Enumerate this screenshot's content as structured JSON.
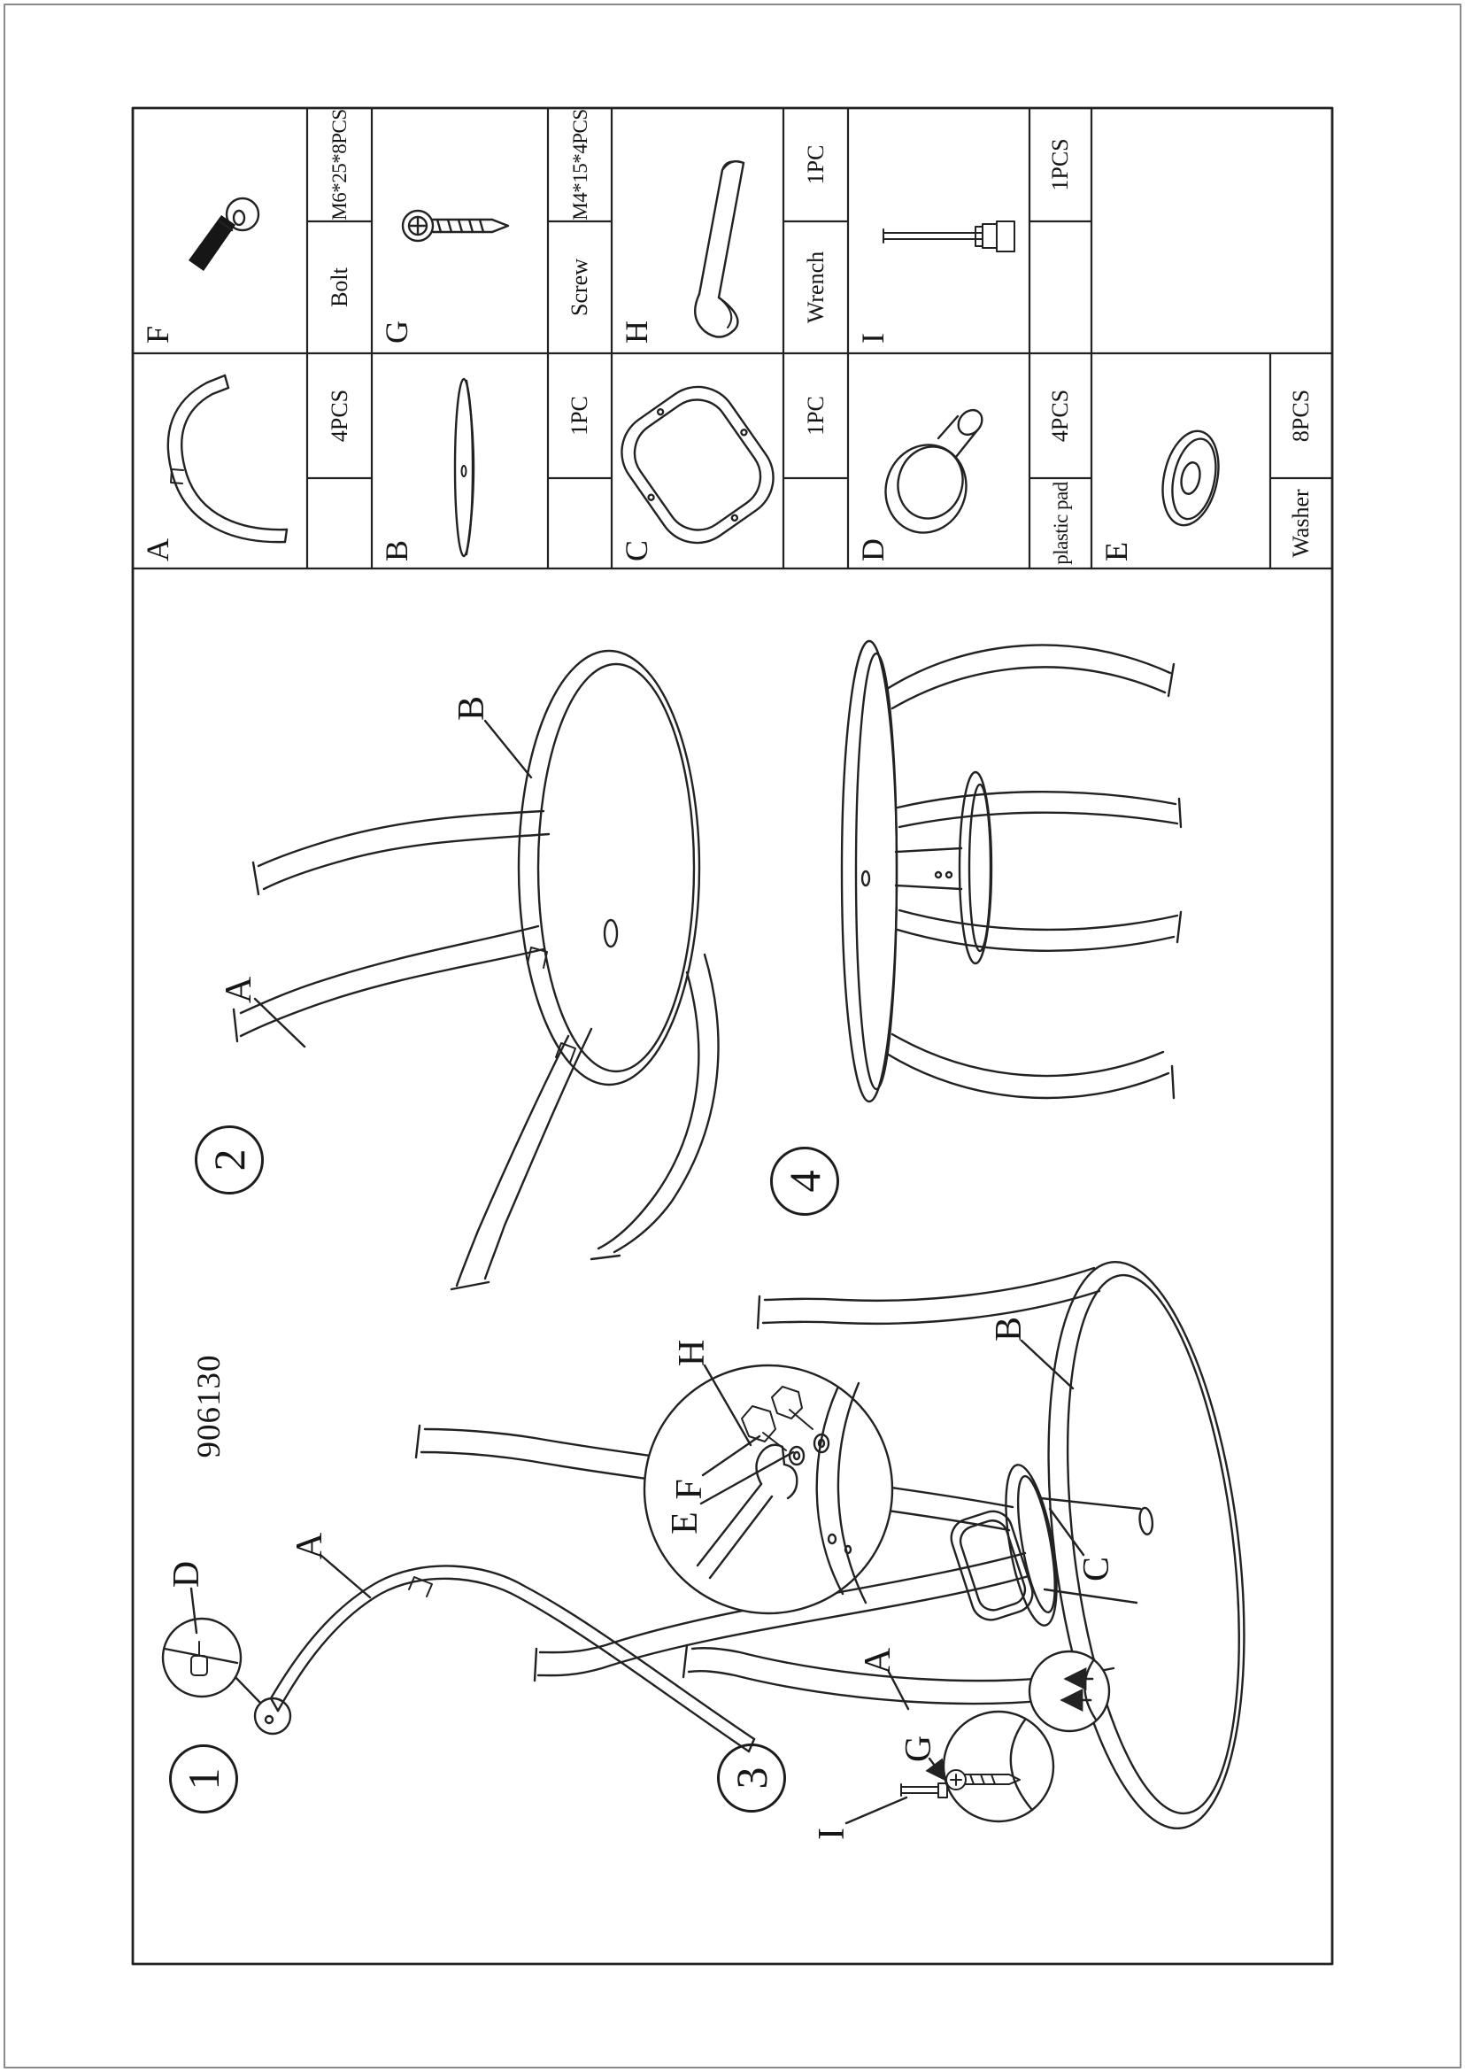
{
  "doc": {
    "model": "906130"
  },
  "parts": {
    "a": {
      "id": "A",
      "name": "",
      "qty": "4PCS"
    },
    "b": {
      "id": "B",
      "name": "",
      "qty": "1PC"
    },
    "c": {
      "id": "C",
      "name": "",
      "qty": "1PC"
    },
    "d": {
      "id": "D",
      "name": "plastic pad",
      "qty": "4PCS"
    },
    "e": {
      "id": "E",
      "name": "Washer",
      "qty": "8PCS"
    },
    "f": {
      "id": "F",
      "name": "Bolt",
      "qty": "M6*25*8PCS"
    },
    "g": {
      "id": "G",
      "name": "Screw",
      "qty": "M4*15*4PCS"
    },
    "h": {
      "id": "H",
      "name": "Wrench",
      "qty": "1PC"
    },
    "i": {
      "id": "I",
      "name": "",
      "qty": "1PCS"
    }
  },
  "steps": {
    "s1": {
      "num": "1"
    },
    "s2": {
      "num": "2"
    },
    "s3": {
      "num": "3"
    },
    "s4": {
      "num": "4"
    }
  },
  "callouts": {
    "s1_d": "D",
    "s1_a": "A",
    "s2_a": "A",
    "s2_b": "B",
    "s3_h": "H",
    "s3_f": "F",
    "s3_e": "E",
    "s3_a": "A",
    "s3_g": "G",
    "s3_i": "I",
    "s3_b": "B",
    "s3_c": "C"
  },
  "colors": {
    "line": "#222222",
    "background": "#ffffff"
  }
}
